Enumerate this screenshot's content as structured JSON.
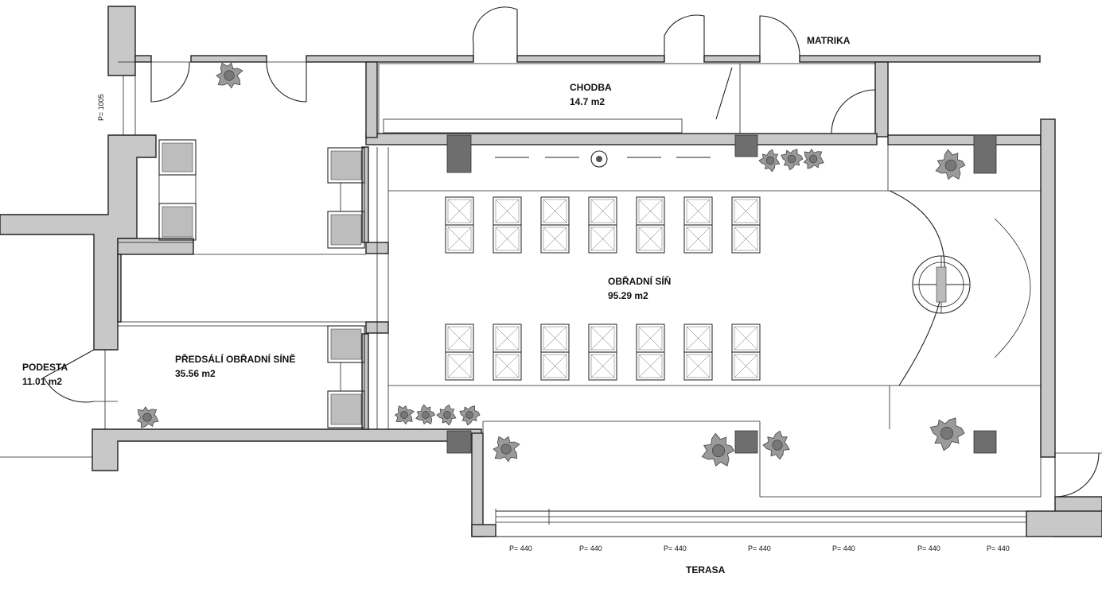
{
  "plan": {
    "rooms": {
      "chodba_name": "CHODBA",
      "chodba_area": "14.7 m2",
      "matrika_name": "MATRIKA",
      "obradni_name": "OBŘADNÍ SÍŇ",
      "obradni_area": "95.29 m2",
      "predsali_name": "PŘEDSÁLÍ OBŘADNÍ SÍNĚ",
      "predsali_area": "35.56 m2",
      "podesta_name": "PODESTA",
      "podesta_area": "11.01 m2",
      "terasa_name": "TERASA"
    },
    "heights": {
      "left_wall": "P= 1005",
      "terasa_levels": [
        "P= 440",
        "P= 440",
        "P= 440",
        "P= 440",
        "P= 440",
        "P= 440",
        "P= 440"
      ]
    },
    "colors": {
      "wall_fill": "#c8c8c8",
      "column_fill": "#6e6e6e",
      "line": "#222222"
    }
  }
}
